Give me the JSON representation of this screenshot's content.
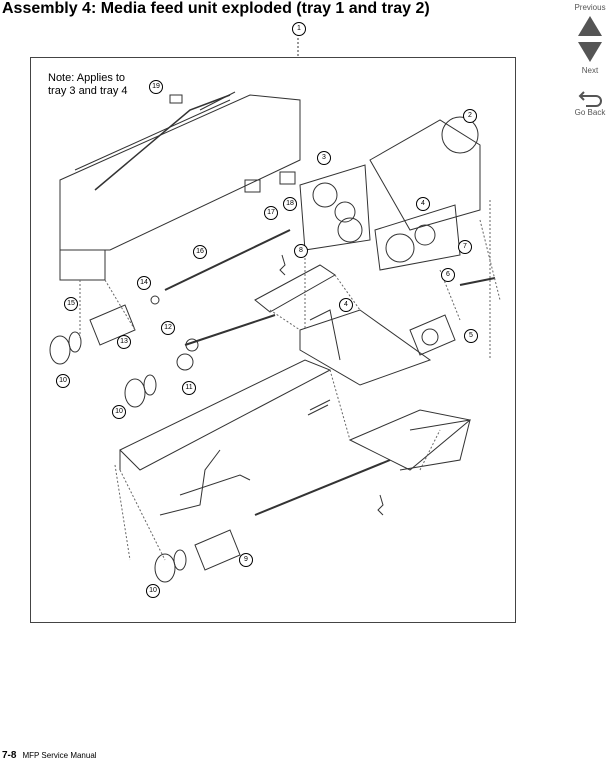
{
  "title": "Assembly 4:  Media feed unit exploded (tray 1 and tray 2)",
  "nav": {
    "previous": "Previous",
    "next": "Next",
    "go_back": "Go Back"
  },
  "note": {
    "line1": "Note: Applies to",
    "line2": "tray 3 and tray 4"
  },
  "callouts": [
    "1",
    "2",
    "3",
    "4",
    "4",
    "5",
    "6",
    "7",
    "8",
    "9",
    "10",
    "10",
    "10",
    "11",
    "12",
    "13",
    "14",
    "15",
    "16",
    "17",
    "18",
    "19"
  ],
  "footer": {
    "page": "7-8",
    "manual": "MFP Service Manual"
  }
}
